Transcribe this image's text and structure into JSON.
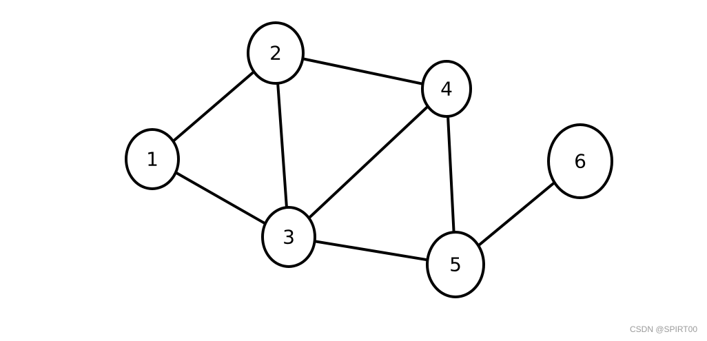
{
  "graph": {
    "nodes": [
      {
        "id": "1",
        "label": "1"
      },
      {
        "id": "2",
        "label": "2"
      },
      {
        "id": "3",
        "label": "3"
      },
      {
        "id": "4",
        "label": "4"
      },
      {
        "id": "5",
        "label": "5"
      },
      {
        "id": "6",
        "label": "6"
      }
    ],
    "edges": [
      {
        "from": "1",
        "to": "2"
      },
      {
        "from": "1",
        "to": "3"
      },
      {
        "from": "2",
        "to": "3"
      },
      {
        "from": "2",
        "to": "4"
      },
      {
        "from": "3",
        "to": "4"
      },
      {
        "from": "3",
        "to": "5"
      },
      {
        "from": "4",
        "to": "5"
      },
      {
        "from": "5",
        "to": "6"
      }
    ],
    "line_color": "#000000",
    "node_fill": "#ffffff"
  },
  "watermark": {
    "text": "CSDN @SPIRT00"
  }
}
